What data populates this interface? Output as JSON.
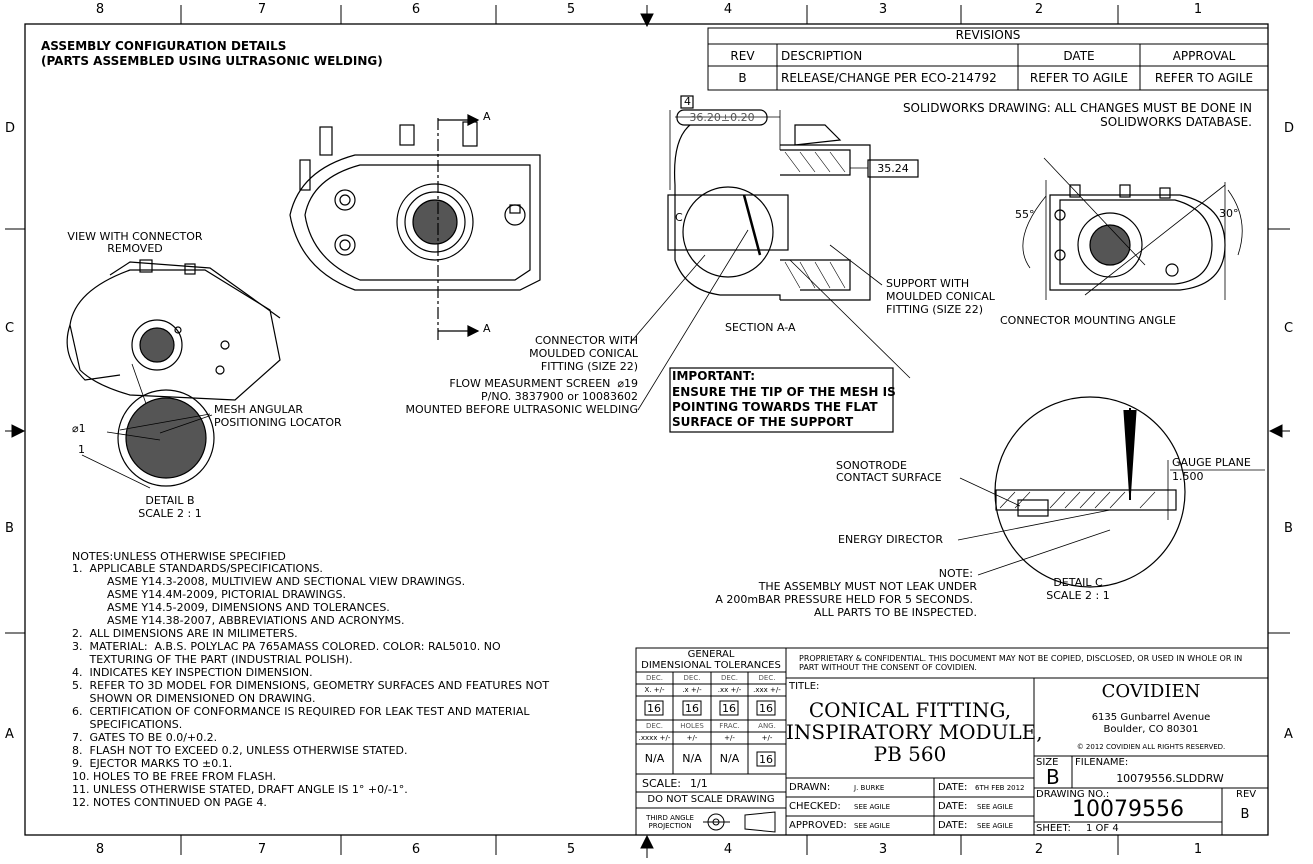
{
  "zones": {
    "cols": [
      "8",
      "7",
      "6",
      "5",
      "4",
      "3",
      "2",
      "1"
    ],
    "rows": [
      "D",
      "C",
      "B",
      "A"
    ]
  },
  "header": {
    "line1": "ASSEMBLY CONFIGURATION DETAILS",
    "line2": "(PARTS ASSEMBLED USING ULTRASONIC WELDING)"
  },
  "revisions": {
    "title": "REVISIONS",
    "headers": [
      "REV",
      "DESCRIPTION",
      "DATE",
      "APPROVAL"
    ],
    "row": [
      "B",
      "RELEASE/CHANGE PER ECO-214792",
      "REFER TO AGILE",
      "REFER TO AGILE"
    ]
  },
  "solidworks_note": [
    "SOLIDWORKS DRAWING: ALL CHANGES MUST BE DONE IN",
    "SOLIDWORKS DATABASE."
  ],
  "labels": {
    "view_connector": [
      "VIEW WITH CONNECTOR",
      "REMOVED"
    ],
    "section_a": "A",
    "section_a_a": "SECTION A-A",
    "key_dim_number": "4",
    "dim_36": "36.20±0.20",
    "dim_35": "35.24",
    "c_letter": "C",
    "connector": [
      "CONNECTOR WITH",
      "MOULDED CONICAL",
      "FITTING (SIZE 22)"
    ],
    "flow_screen": [
      "FLOW MEASURMENT SCREEN  ⌀19",
      "P/NO. 3837900 or 10083602",
      "MOUNTED BEFORE ULTRASONIC WELDING"
    ],
    "support": [
      "SUPPORT WITH",
      "MOULDED CONICAL",
      "FITTING (SIZE 22)"
    ],
    "important": [
      "IMPORTANT:",
      "ENSURE THE TIP OF THE MESH IS",
      "POINTING TOWARDS THE FLAT",
      "SURFACE OF THE SUPPORT"
    ],
    "angle_55": "55°",
    "angle_30": "30°",
    "connector_mounting": "CONNECTOR MOUNTING ANGLE",
    "mesh_locator": [
      "MESH ANGULAR",
      "POSITIONING LOCATOR"
    ],
    "phi1": "⌀1",
    "one": "1",
    "detail_b": [
      "DETAIL B",
      "SCALE 2 : 1"
    ],
    "sonotrode": [
      "SONOTRODE",
      "CONTACT SURFACE"
    ],
    "gauge_plane": [
      "GAUGE PLANE",
      "1.500"
    ],
    "energy_director": "ENERGY DIRECTOR",
    "leak_note": [
      "NOTE:",
      "THE ASSEMBLY MUST NOT LEAK UNDER",
      "A 200mBAR PRESSURE HELD FOR 5 SECONDS.",
      "ALL PARTS TO BE INSPECTED."
    ],
    "detail_c": [
      "DETAIL C",
      "SCALE 2 : 1"
    ]
  },
  "notes": [
    "NOTES:UNLESS OTHERWISE SPECIFIED",
    "1.  APPLICABLE STANDARDS/SPECIFICATIONS.",
    "          ASME Y14.3-2008, MULTIVIEW AND SECTIONAL VIEW DRAWINGS.",
    "          ASME Y14.4M-2009, PICTORIAL DRAWINGS.",
    "          ASME Y14.5-2009, DIMENSIONS AND TOLERANCES.",
    "          ASME Y14.38-2007, ABBREVIATIONS AND ACRONYMS.",
    "2.  ALL DIMENSIONS ARE IN MILIMETERS.",
    "3.  MATERIAL:  A.B.S. POLYLAC PA 765AMASS COLORED. COLOR: RAL5010. NO",
    "     TEXTURING OF THE PART (INDUSTRIAL POLISH).",
    "4.  INDICATES KEY INSPECTION DIMENSION.",
    "5.  REFER TO 3D MODEL FOR DIMENSIONS, GEOMETRY SURFACES AND FEATURES NOT",
    "     SHOWN OR DIMENSIONED ON DRAWING.",
    "6.  CERTIFICATION OF CONFORMANCE IS REQUIRED FOR LEAK TEST AND MATERIAL",
    "     SPECIFICATIONS.",
    "7.  GATES TO BE 0.0/+0.2.",
    "8.  FLASH NOT TO EXCEED 0.2, UNLESS OTHERWISE STATED.",
    "9.  EJECTOR MARKS TO ±0.1.",
    "10. HOLES TO BE FREE FROM FLASH.",
    "11. UNLESS OTHERWISE STATED, DRAFT ANGLE IS 1° +0/-1°.",
    "12. NOTES CONTINUED ON PAGE 4."
  ],
  "tolerances": {
    "title": [
      "GENERAL",
      "DIMENSIONAL TOLERANCES"
    ],
    "row1_heads": [
      "DEC.",
      "DEC.",
      "DEC.",
      "DEC."
    ],
    "row1_fmt": [
      "X. +/-",
      ".x +/-",
      ".xx +/-",
      ".xxx +/-"
    ],
    "row1_vals": [
      "16",
      "16",
      "16",
      "16"
    ],
    "row2_heads": [
      "DEC.",
      "HOLES",
      "FRAC.",
      "ANG."
    ],
    "row2_fmt": [
      ".xxxx +/-",
      "+/-",
      "+/-",
      "+/-"
    ],
    "row2_vals": [
      "N/A",
      "N/A",
      "N/A",
      "16"
    ],
    "scale_label": "SCALE:",
    "scale_val": "1/1",
    "do_not_scale": "DO NOT SCALE DRAWING",
    "projection": [
      "THIRD ANGLE",
      "PROJECTION"
    ]
  },
  "title_block": {
    "proprietary": [
      "PROPRIETARY & CONFIDENTIAL. THIS DOCUMENT MAY NOT BE COPIED, DISCLOSED, OR USED IN WHOLE OR IN",
      "PART WITHOUT THE CONSENT OF COVIDIEN."
    ],
    "title_label": "TITLE:",
    "title": [
      "CONICAL FITTING,",
      "INSPIRATORY MODULE,",
      "PB 560"
    ],
    "company": "COVIDIEN",
    "address": [
      "6135 Gunbarrel Avenue",
      "Boulder, CO 80301"
    ],
    "copyright": "© 2012 COVIDIEN ALL RIGHTS RESERVED.",
    "size_label": "SIZE",
    "size": "B",
    "filename_label": "FILENAME:",
    "filename": "10079556.SLDDRW",
    "drawing_no_label": "DRAWING NO.:",
    "drawing_no": "10079556",
    "rev_label": "REV",
    "rev": "B",
    "sheet_label": "SHEET:",
    "sheet": "1 OF 4",
    "drawn_label": "DRAWN:",
    "drawn": "J. BURKE",
    "date_label": "DATE:",
    "drawn_date": "6TH FEB 2012",
    "checked_label": "CHECKED:",
    "checked": "SEE AGILE",
    "checked_date": "SEE AGILE",
    "approved_label": "APPROVED:",
    "approved": "SEE AGILE",
    "approved_date": "SEE AGILE"
  }
}
